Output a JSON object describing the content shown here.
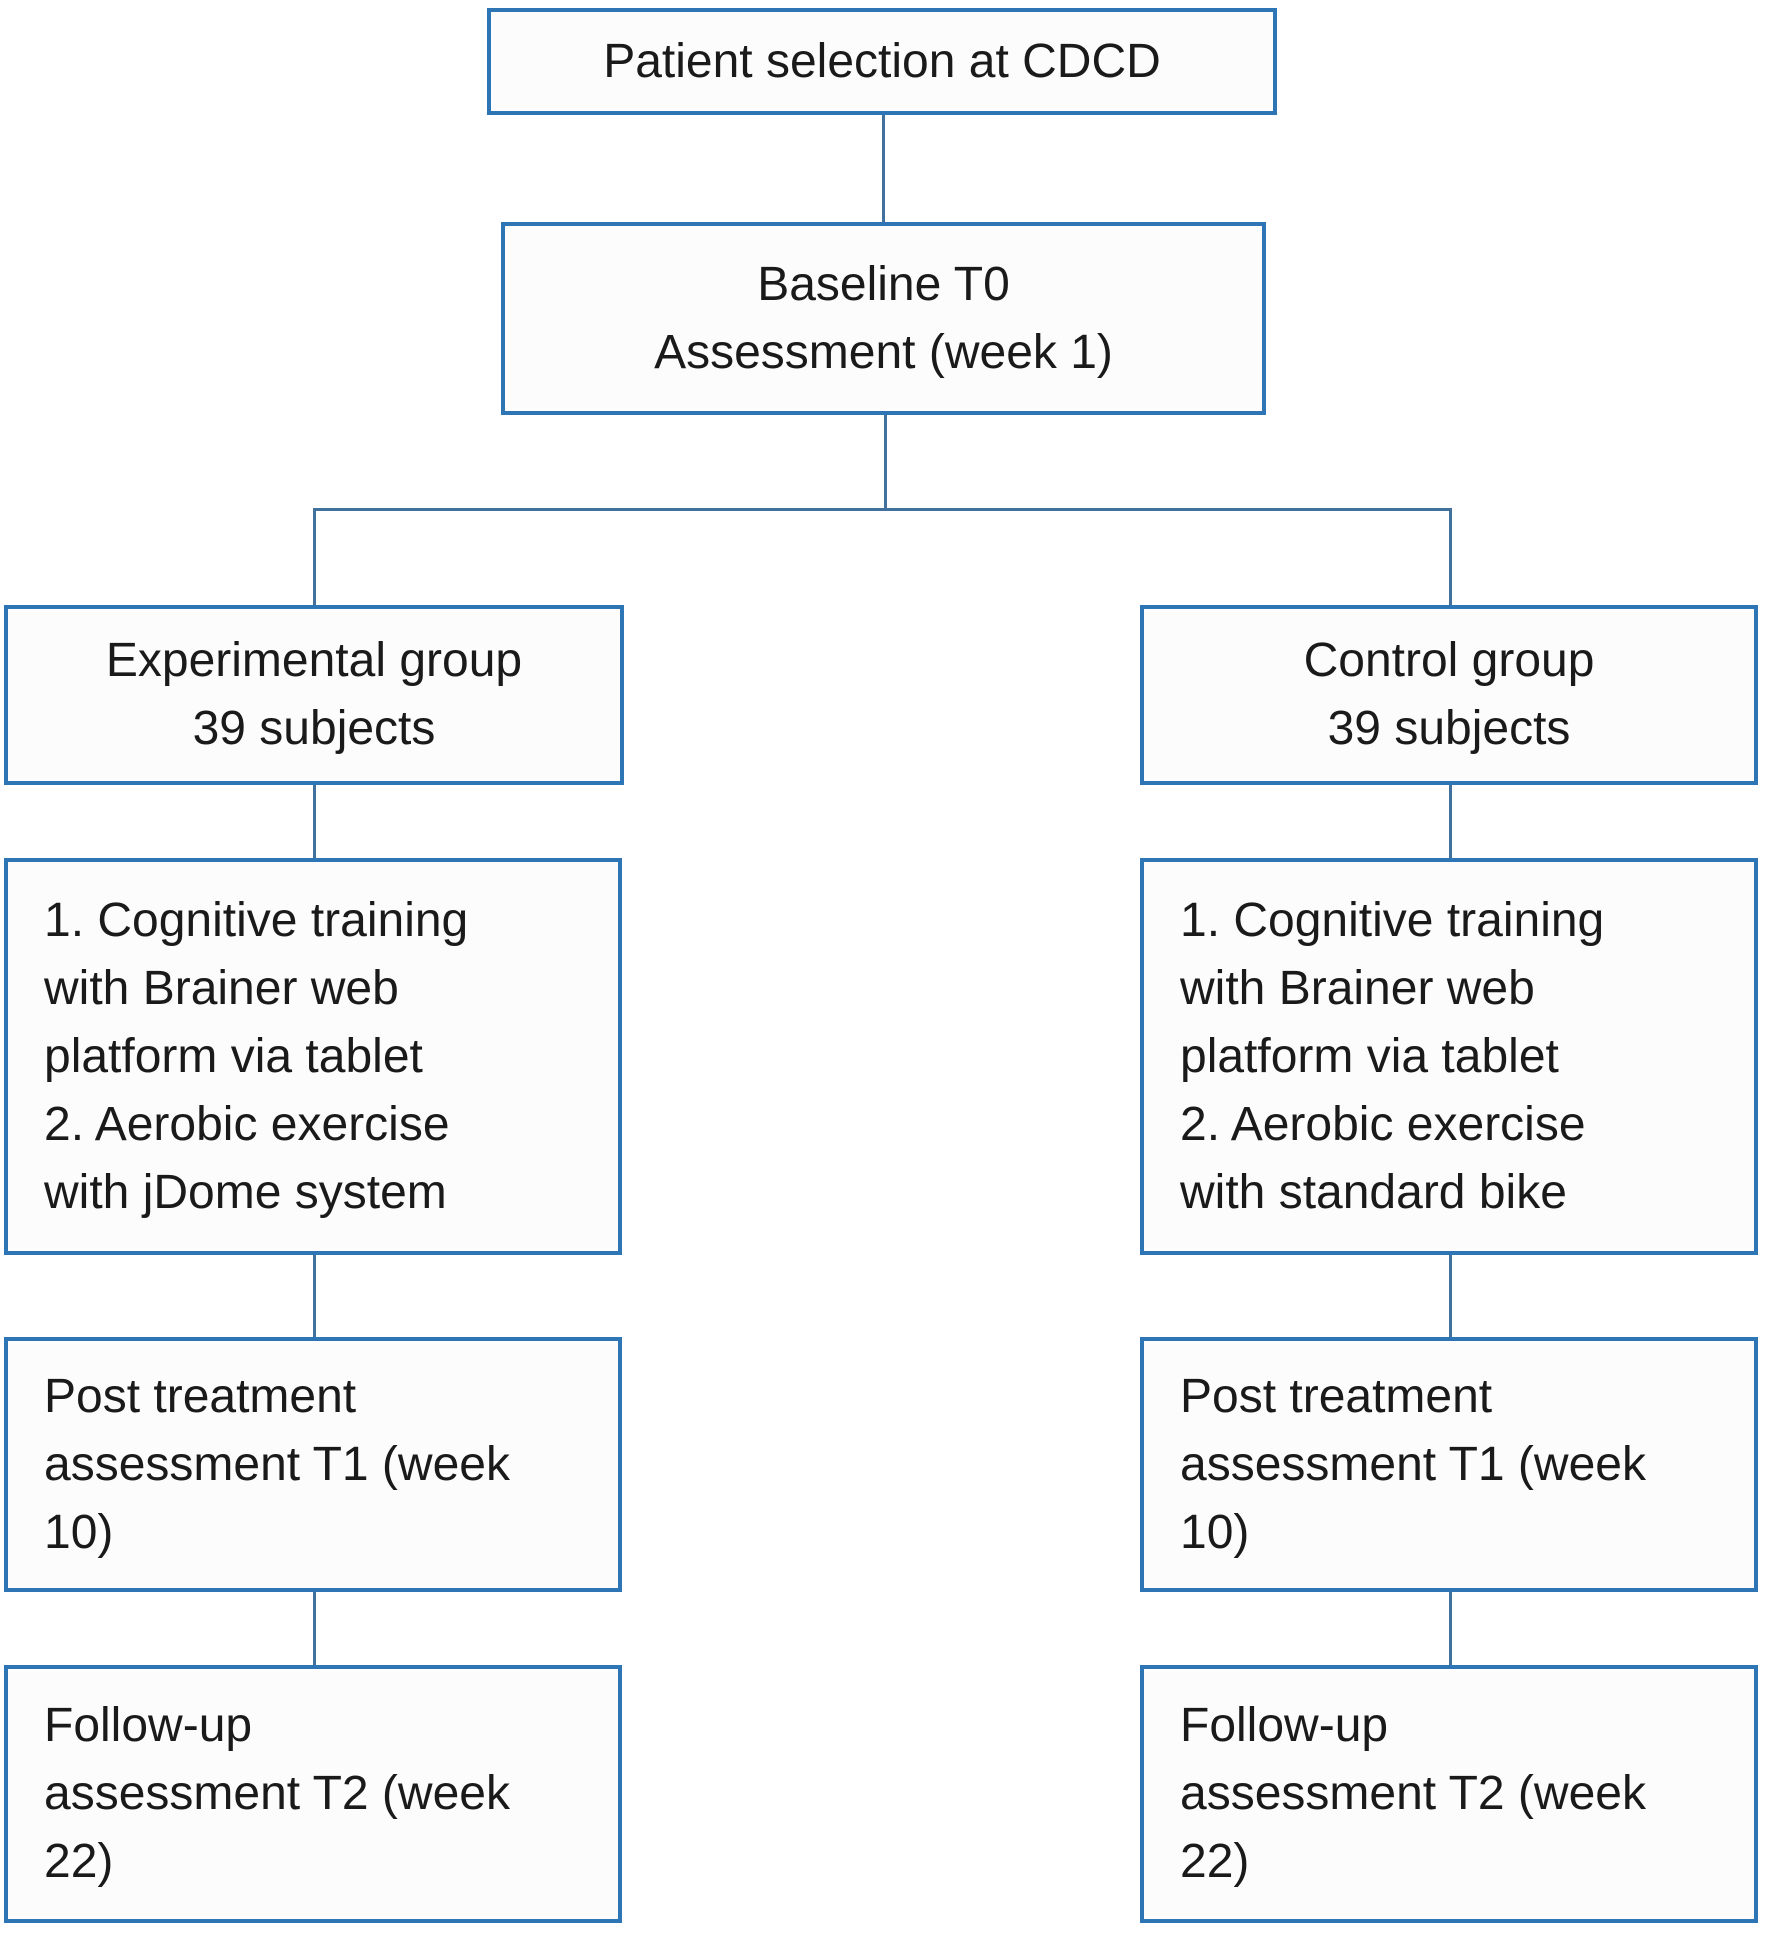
{
  "diagram": {
    "type": "flowchart",
    "colors": {
      "box_border": "#2E75B6",
      "connector": "#41719C",
      "box_fill": "#FCFCFC",
      "text": "#1A1A1A"
    },
    "nodes": {
      "patient_selection": {
        "text": "Patient selection at CDCD"
      },
      "baseline": {
        "text": "Baseline T0\nAssessment (week 1)"
      },
      "experimental_group": {
        "text": "Experimental group\n39 subjects"
      },
      "control_group": {
        "text": "Control group\n39 subjects"
      },
      "experimental_intervention": {
        "text": "1. Cognitive training\nwith Brainer web\nplatform via tablet\n2. Aerobic exercise\nwith jDome system"
      },
      "control_intervention": {
        "text": "1. Cognitive training\nwith Brainer web\nplatform via tablet\n2. Aerobic exercise\nwith standard bike"
      },
      "experimental_post_treatment": {
        "text": "Post treatment\nassessment T1 (week\n10)"
      },
      "control_post_treatment": {
        "text": "Post treatment\nassessment T1 (week\n10)"
      },
      "experimental_followup": {
        "text": "Follow-up\nassessment T2 (week\n22)"
      },
      "control_followup": {
        "text": "Follow-up\nassessment T2 (week\n22)"
      }
    },
    "edges": [
      {
        "from": "patient_selection",
        "to": "baseline"
      },
      {
        "from": "baseline",
        "to": "experimental_group"
      },
      {
        "from": "baseline",
        "to": "control_group"
      },
      {
        "from": "experimental_group",
        "to": "experimental_intervention"
      },
      {
        "from": "control_group",
        "to": "control_intervention"
      },
      {
        "from": "experimental_intervention",
        "to": "experimental_post_treatment"
      },
      {
        "from": "control_intervention",
        "to": "control_post_treatment"
      },
      {
        "from": "experimental_post_treatment",
        "to": "experimental_followup"
      },
      {
        "from": "control_post_treatment",
        "to": "control_followup"
      }
    ]
  }
}
